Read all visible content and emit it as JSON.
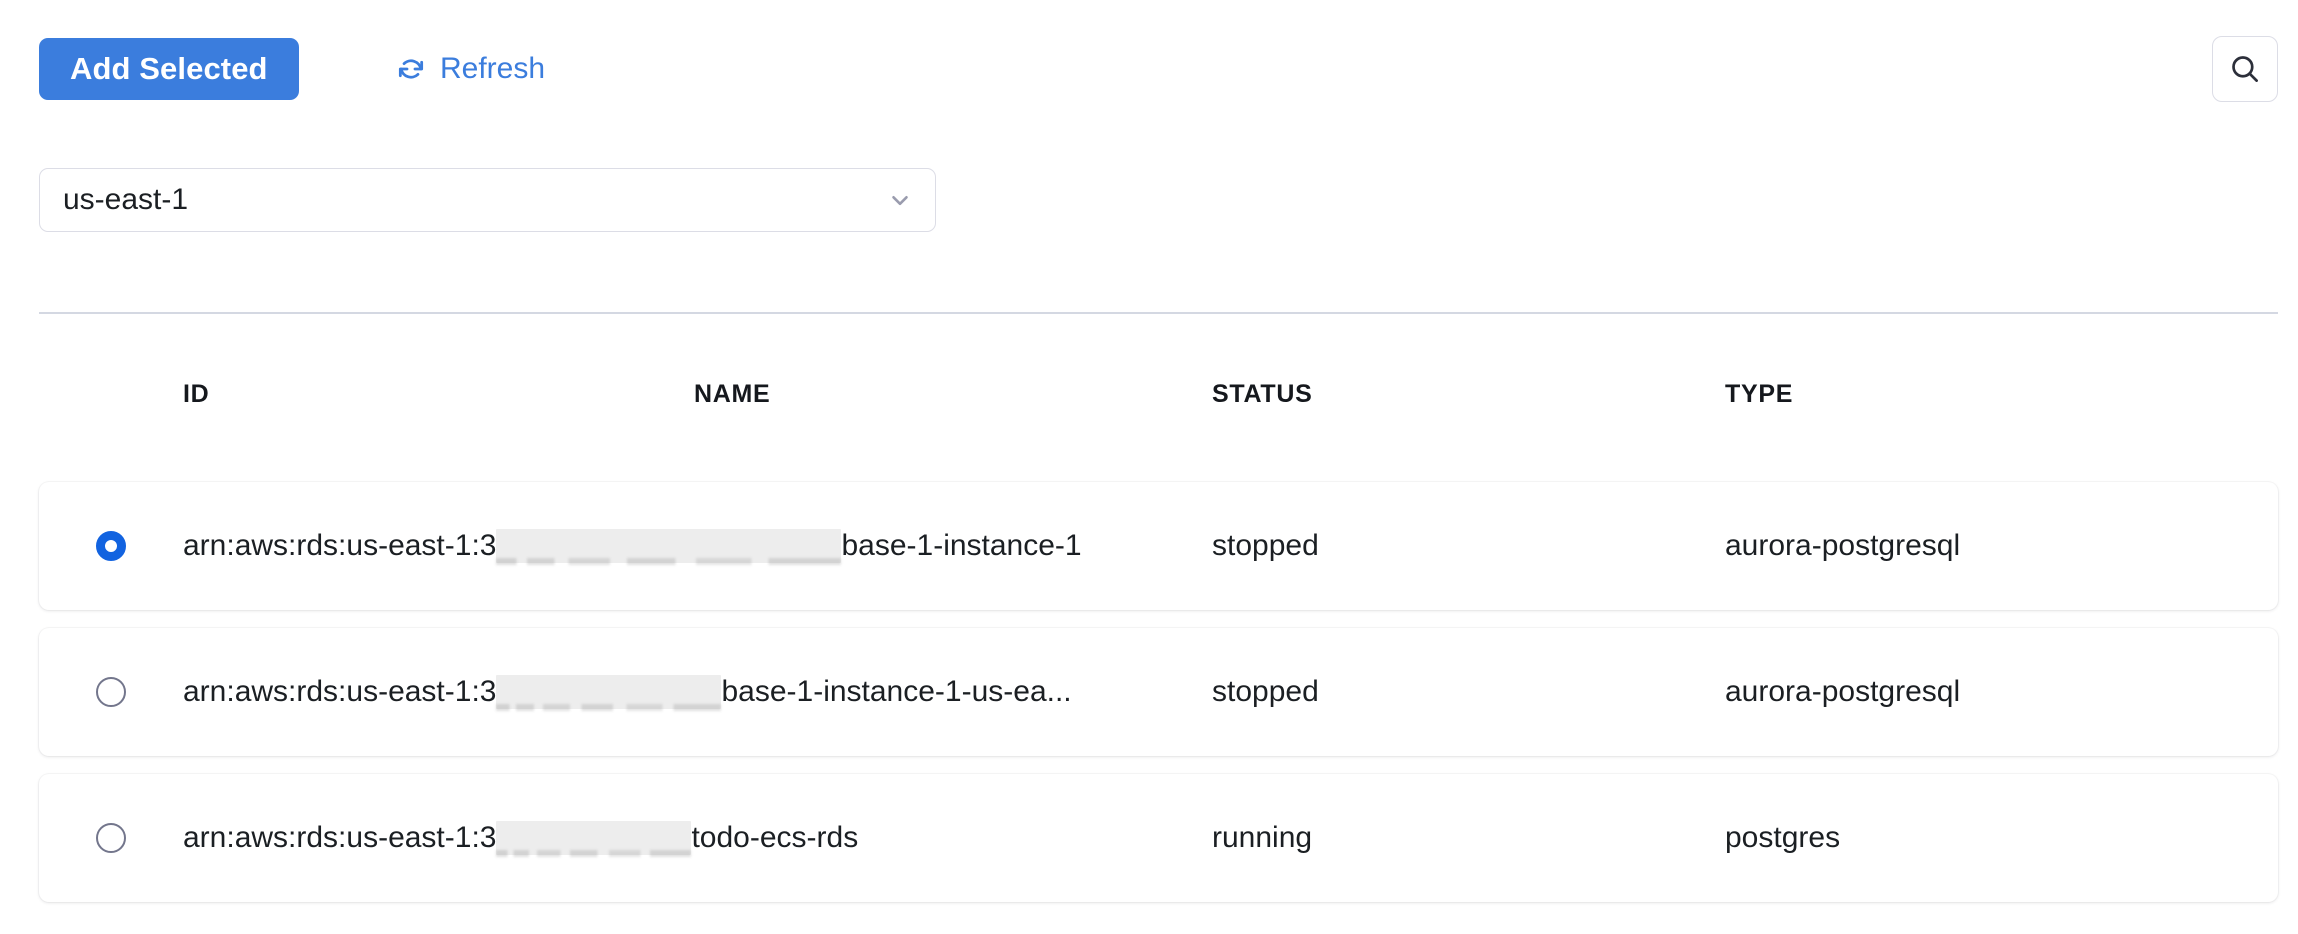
{
  "toolbar": {
    "add_selected_label": "Add Selected",
    "refresh_label": "Refresh",
    "refresh_icon": "refresh-icon",
    "search_icon": "search-icon",
    "accent_color": "#3b7ddd"
  },
  "region_select": {
    "value": "us-east-1",
    "chevron_icon": "chevron-down-icon"
  },
  "table": {
    "columns": [
      "ID",
      "NAME",
      "STATUS",
      "TYPE"
    ],
    "rows": [
      {
        "selected": true,
        "id_prefix": "arn:aws:rds:us-east-1:3",
        "id_redacted": "xxxxxxxxxxxxxxxxxxxxxxx",
        "id_suffix": "base-1-instance-1",
        "name": "",
        "status": "stopped",
        "type": "aurora-postgresql"
      },
      {
        "selected": false,
        "id_prefix": "arn:aws:rds:us-east-1:3",
        "id_redacted": "xxxxxxxxxxxxxxx",
        "id_suffix": "base-1-instance-1-us-ea...",
        "name": "",
        "status": "stopped",
        "type": "aurora-postgresql"
      },
      {
        "selected": false,
        "id_prefix": "arn:aws:rds:us-east-1:3",
        "id_redacted": "xxxxxxxxxxxxx",
        "id_suffix": "todo-ecs-rds",
        "name": "",
        "status": "running",
        "type": "postgres"
      }
    ]
  }
}
